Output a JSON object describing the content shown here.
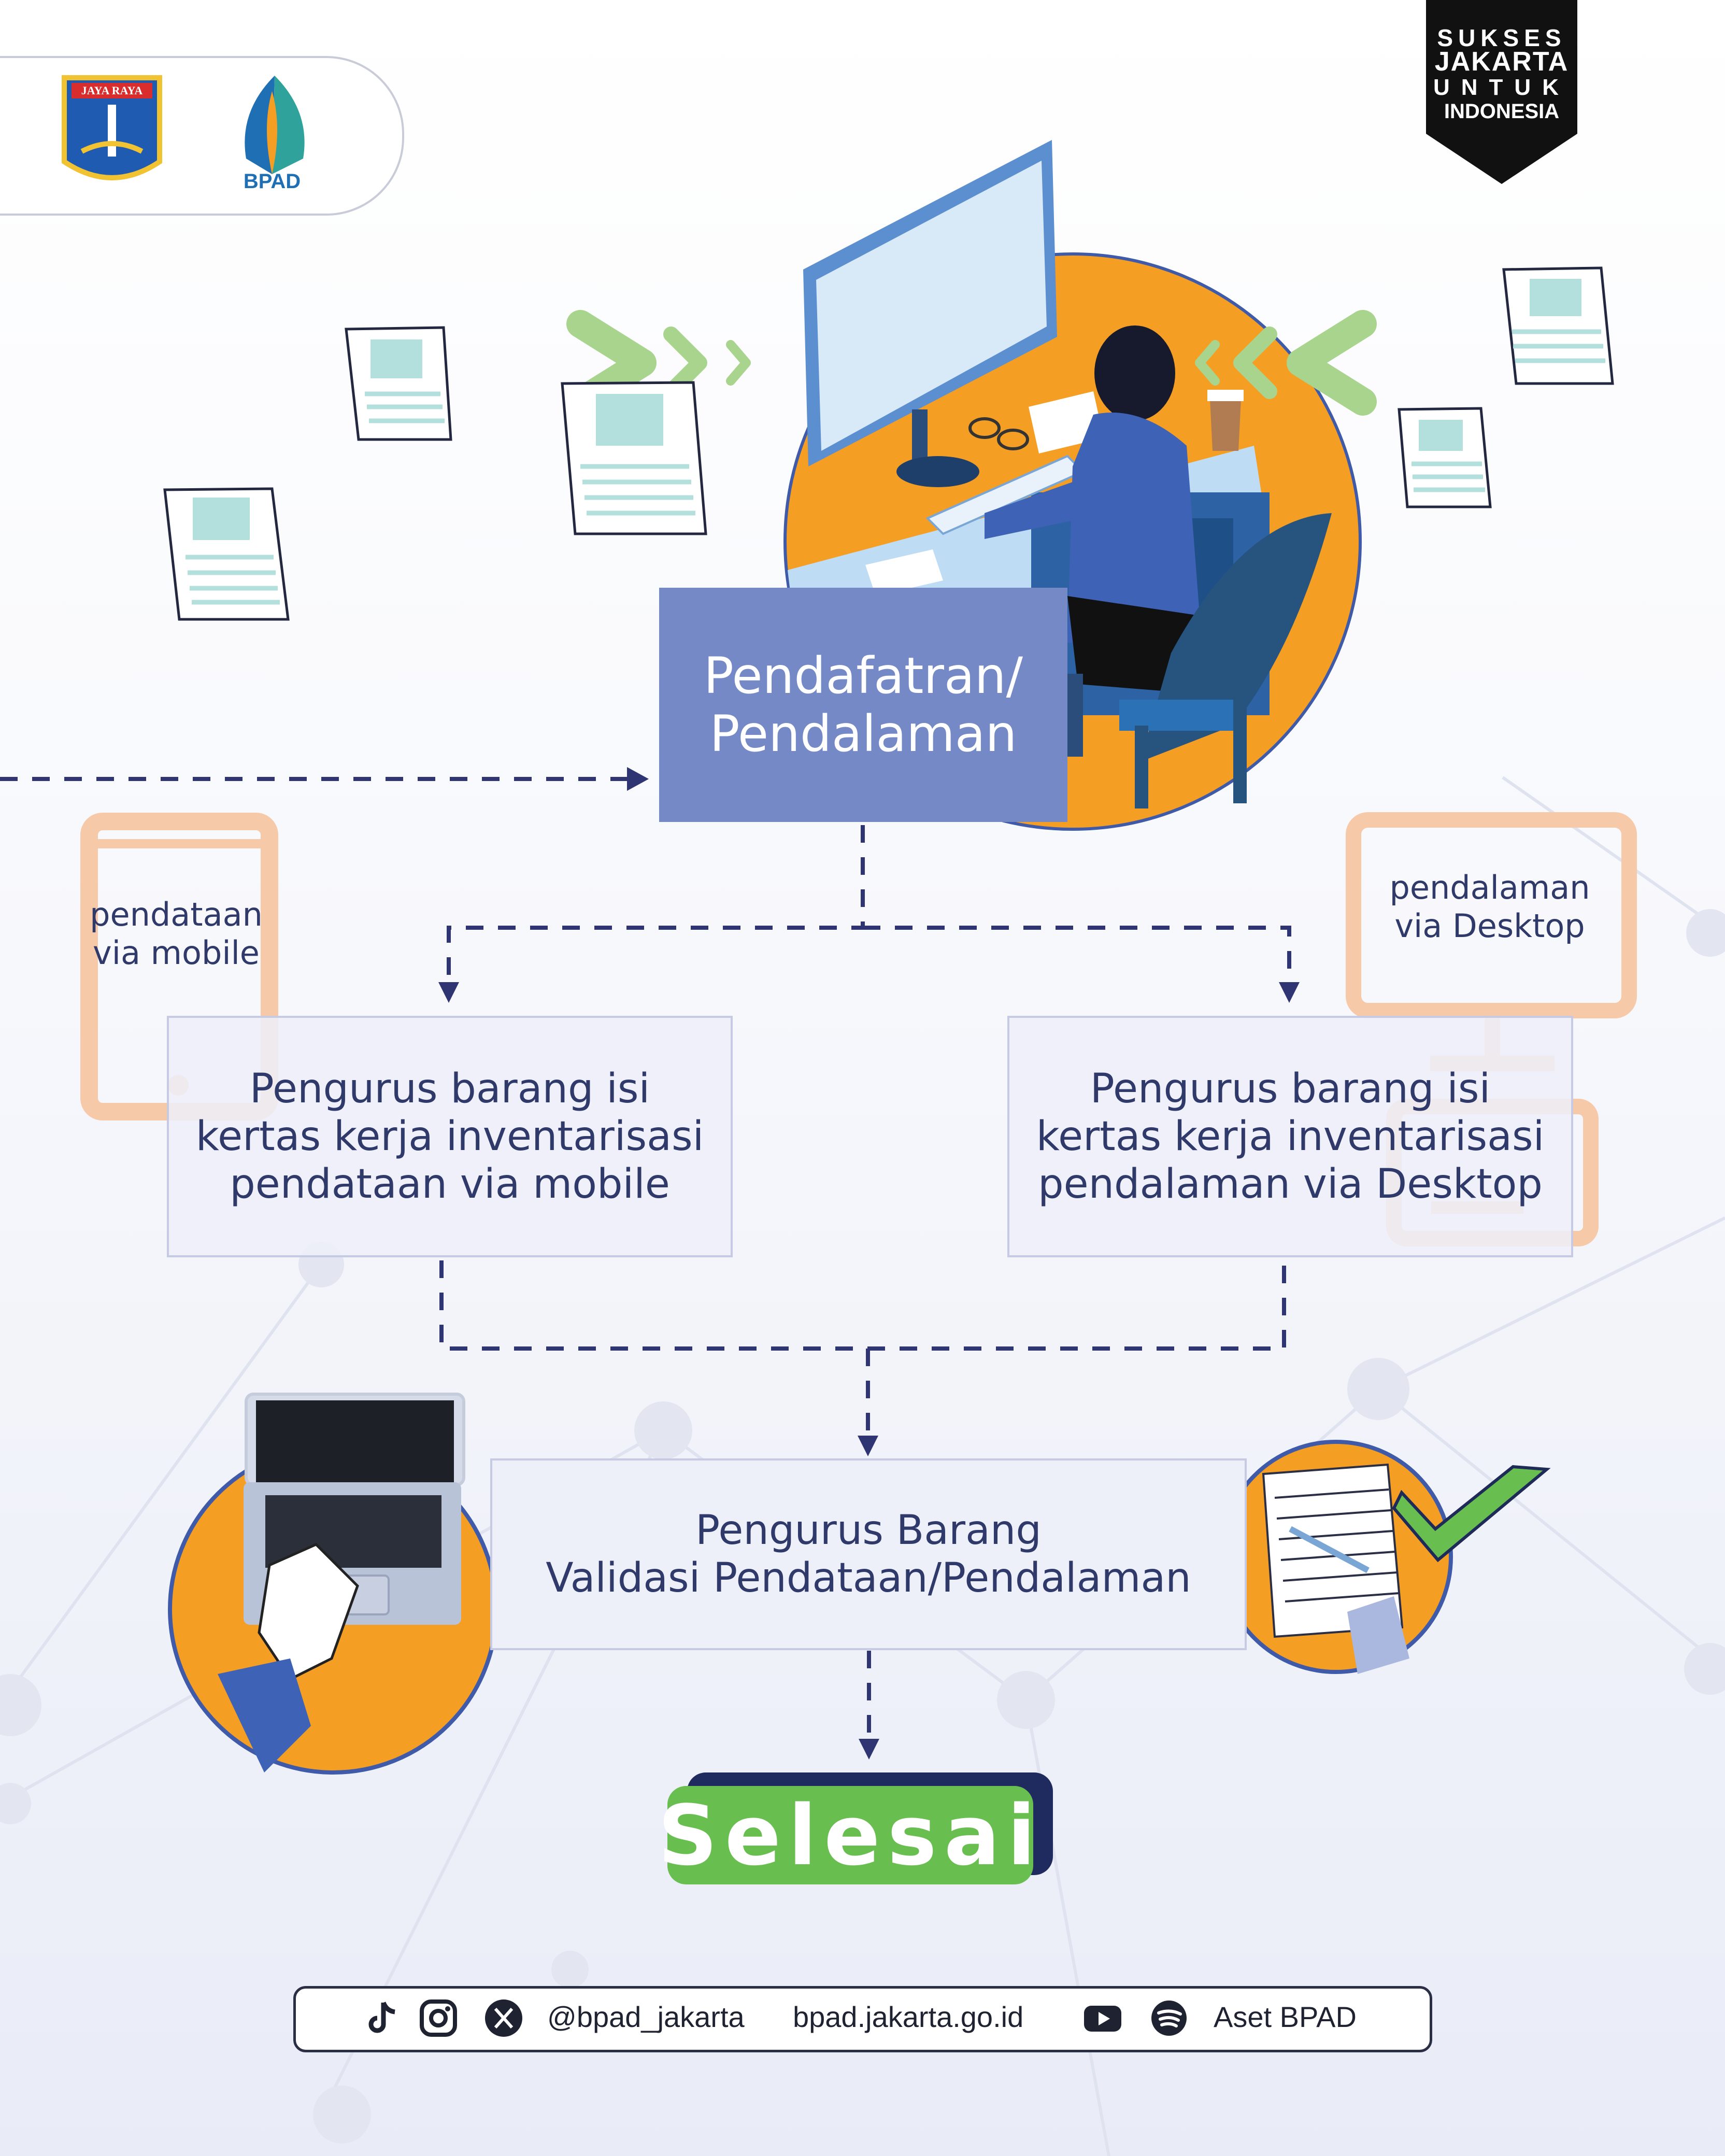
{
  "badge": {
    "line1": "SUKSES",
    "line2": "JAKARTA",
    "line3": "UNTUK",
    "line4": "INDONESIA"
  },
  "logos": {
    "jakarta_banner": "JAYA RAYA",
    "bpad": "BPAD"
  },
  "flow": {
    "start": "Pendafatran/\nPendalaman",
    "mobile_step": "Pengurus barang isi\nkertas kerja inventarisasi\npendataan via mobile",
    "desktop_step": "Pengurus barang isi\nkertas kerja inventarisasi\npendalaman via Desktop",
    "validation": "Pengurus Barang\nValidasi Pendataan/Pendalaman",
    "end": "Selesai"
  },
  "labels": {
    "mobile": "pendataan\nvia mobile",
    "desktop": "pendalaman\nvia Desktop"
  },
  "footer": {
    "handle": "@bpad_jakarta",
    "website": "bpad.jakarta.go.id",
    "channel": "Aset BPAD"
  },
  "icons": [
    "tiktok-icon",
    "instagram-icon",
    "x-icon",
    "youtube-icon",
    "spotify-icon"
  ],
  "colors": {
    "navy": "#2f3a6a",
    "box_blue": "#7489c6",
    "orange": "#f59e24",
    "green": "#68bf50",
    "peach": "#f6c9a8"
  }
}
